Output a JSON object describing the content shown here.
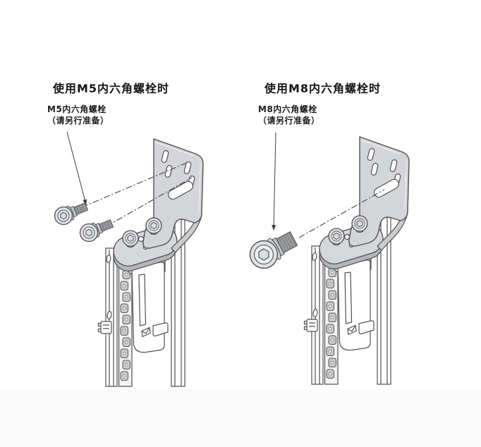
{
  "page": {
    "type": "instruction-manual-illustration",
    "background": "#ffffff"
  },
  "panels": [
    {
      "id": "m5",
      "heading": "使用M5内六角螺栓时",
      "bolt_label_line1": "M5内六角螺栓",
      "bolt_label_line2": "（请另行准备）",
      "bolt_size": "M5",
      "bolt_count": 2
    },
    {
      "id": "m8",
      "heading": "使用M8内六角螺栓时",
      "bolt_label_line1": "M8内六角螺栓",
      "bolt_label_line2": "（请另行准备）",
      "bolt_size": "M8",
      "bolt_count": 1
    }
  ],
  "colors": {
    "line": "#4e5054",
    "text": "#151515",
    "bracket_fill": "#d4d5d7",
    "bracket_band": "#cbccce",
    "plate_top": "#d6d7d9",
    "plate_side": "#b5b6b8",
    "bolt_head": "#e0e1e3",
    "bolt_inner": "#eeeff1",
    "bolt_thread": "#96989b",
    "bolt_neck": "#c6c7c9",
    "cap_fill": "#dcdde0",
    "link_fill": "#c9cacb",
    "footer_strip": "#fafafa"
  }
}
